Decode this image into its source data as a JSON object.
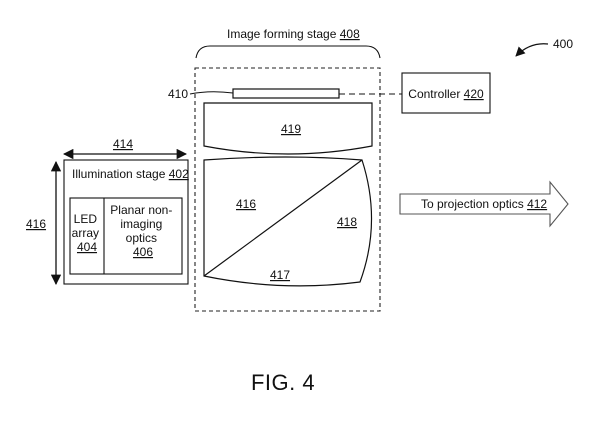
{
  "figure": {
    "ref_overall": "400",
    "caption": "FIG. 4"
  },
  "image_forming_stage": {
    "label": "Image forming stage",
    "ref": "408"
  },
  "controller": {
    "label": "Controller",
    "ref": "420"
  },
  "display_panel": {
    "ref": "410"
  },
  "lens_top": {
    "ref": "419"
  },
  "prism": {
    "beam_splitter_ref": "416",
    "curved_side_ref": "418",
    "bottom_ref": "417"
  },
  "illumination_stage": {
    "label": "Illumination stage",
    "ref": "402",
    "width_ref": "414",
    "height_ref": "416",
    "led_array": {
      "line1": "LED",
      "line2": "array",
      "ref": "404"
    },
    "optics": {
      "line1": "Planar non-",
      "line2": "imaging",
      "line3": "optics",
      "ref": "406"
    }
  },
  "output": {
    "label": "To projection optics",
    "ref": "412"
  }
}
